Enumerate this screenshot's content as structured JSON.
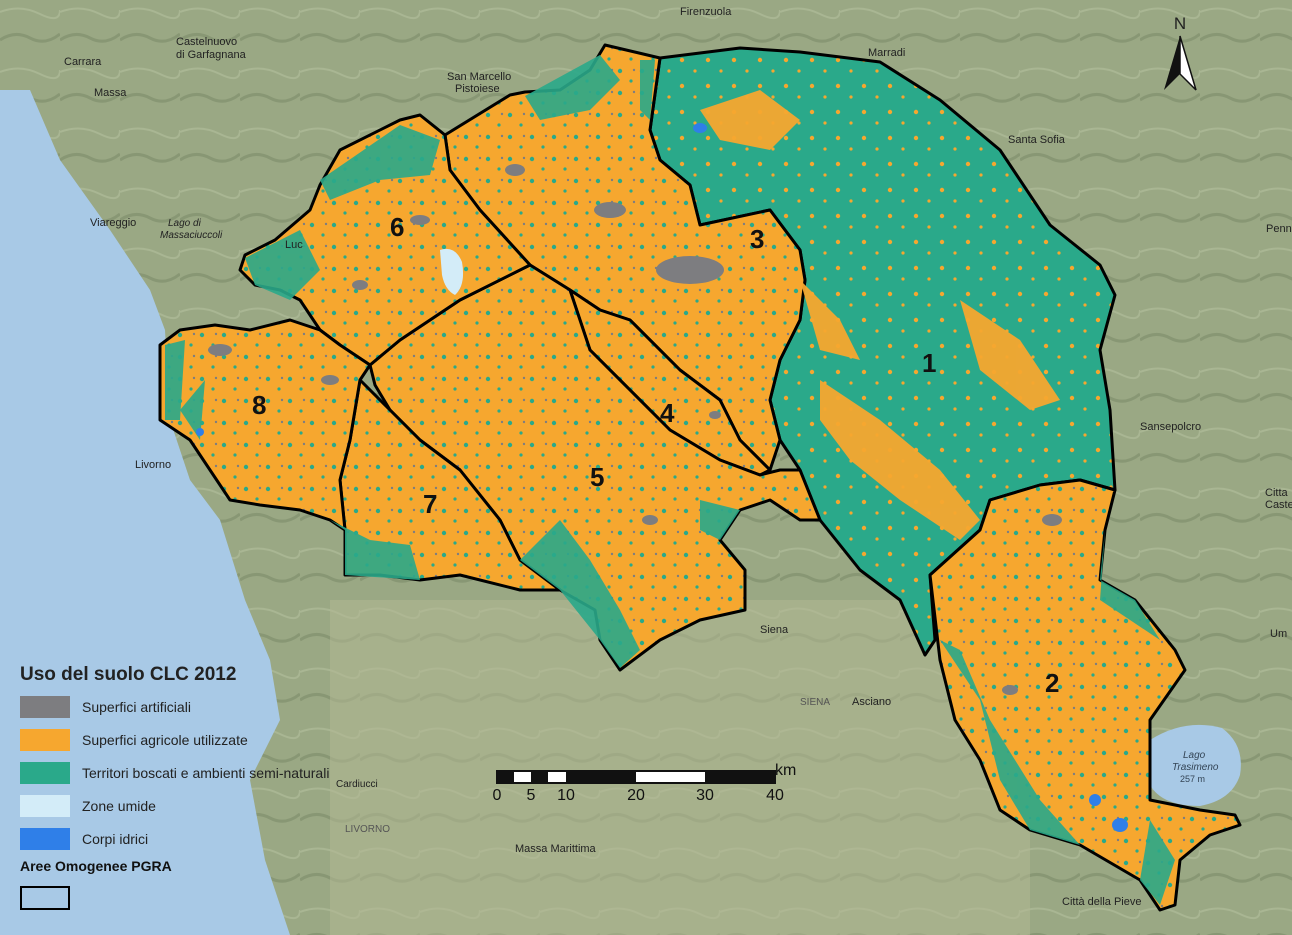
{
  "map": {
    "places": [
      {
        "id": "carrara",
        "label": "Carrara"
      },
      {
        "id": "castelnuovo",
        "label": "Castelnuovo"
      },
      {
        "id": "garfagnana",
        "label": "di Garfagnana"
      },
      {
        "id": "massa",
        "label": "Massa"
      },
      {
        "id": "sanmarcello",
        "label": "San Marcello"
      },
      {
        "id": "pistoiese",
        "label": "Pistoiese"
      },
      {
        "id": "firenzuola",
        "label": "Firenzuola"
      },
      {
        "id": "marradi",
        "label": "Marradi"
      },
      {
        "id": "santasofia",
        "label": "Santa Sofia"
      },
      {
        "id": "viareggio",
        "label": "Viareggio"
      },
      {
        "id": "lucca",
        "label": "Luc"
      },
      {
        "id": "lago",
        "label": "Lago di"
      },
      {
        "id": "massaciuccoli",
        "label": "Massaciuccoli"
      },
      {
        "id": "livorno",
        "label": "Livorno"
      },
      {
        "id": "siena",
        "label": "Siena"
      },
      {
        "id": "sienasmall",
        "label": "SIENA"
      },
      {
        "id": "asciano",
        "label": "Asciano"
      },
      {
        "id": "sansepolcro",
        "label": "Sansepolcro"
      },
      {
        "id": "citta",
        "label": "Citta"
      },
      {
        "id": "caste",
        "label": "Caste"
      },
      {
        "id": "massamarittima",
        "label": "Massa Marittima"
      },
      {
        "id": "cardiucci",
        "label": "Cardiucci"
      },
      {
        "id": "livornosmall",
        "label": "LIVORNO"
      },
      {
        "id": "cittapieve",
        "label": "Città della Pieve"
      },
      {
        "id": "lagotrasimeno",
        "label": "Lago"
      },
      {
        "id": "trasimeno",
        "label": "Trasimeno"
      },
      {
        "id": "trasimenom",
        "label": "257 m"
      },
      {
        "id": "penne",
        "label": "Penn"
      },
      {
        "id": "umb",
        "label": "Um"
      }
    ],
    "zones": [
      {
        "id": "1",
        "label": "1"
      },
      {
        "id": "2",
        "label": "2"
      },
      {
        "id": "3",
        "label": "3"
      },
      {
        "id": "4",
        "label": "4"
      },
      {
        "id": "5",
        "label": "5"
      },
      {
        "id": "6",
        "label": "6"
      },
      {
        "id": "7",
        "label": "7"
      },
      {
        "id": "8",
        "label": "8"
      }
    ],
    "colors": {
      "background": "#9aa884",
      "sea": "#a8c9e6",
      "forest": "#2aa98a",
      "agri": "#f6a72f",
      "artificial": "#7d7d80",
      "wetland": "#d3ecf8",
      "water": "#2f7fe8",
      "border": "#000000"
    }
  },
  "legend": {
    "title": "Uso del suolo CLC 2012",
    "items": [
      {
        "label": "Superfici artificiali",
        "color": "#7d7d80"
      },
      {
        "label": "Superfici agricole utilizzate",
        "color": "#f6a72f"
      },
      {
        "label": "Territori boscati e ambienti semi-naturali",
        "color": "#2aa98a"
      },
      {
        "label": "Zone umide",
        "color": "#d3ecf8"
      },
      {
        "label": "Corpi idrici",
        "color": "#2f7fe8"
      }
    ],
    "boundary_title": "Aree Omogenee PGRA"
  },
  "north": {
    "label": "N"
  },
  "scale": {
    "unit": "km",
    "ticks": [
      "0",
      "5",
      "10",
      "20",
      "30",
      "40"
    ]
  }
}
